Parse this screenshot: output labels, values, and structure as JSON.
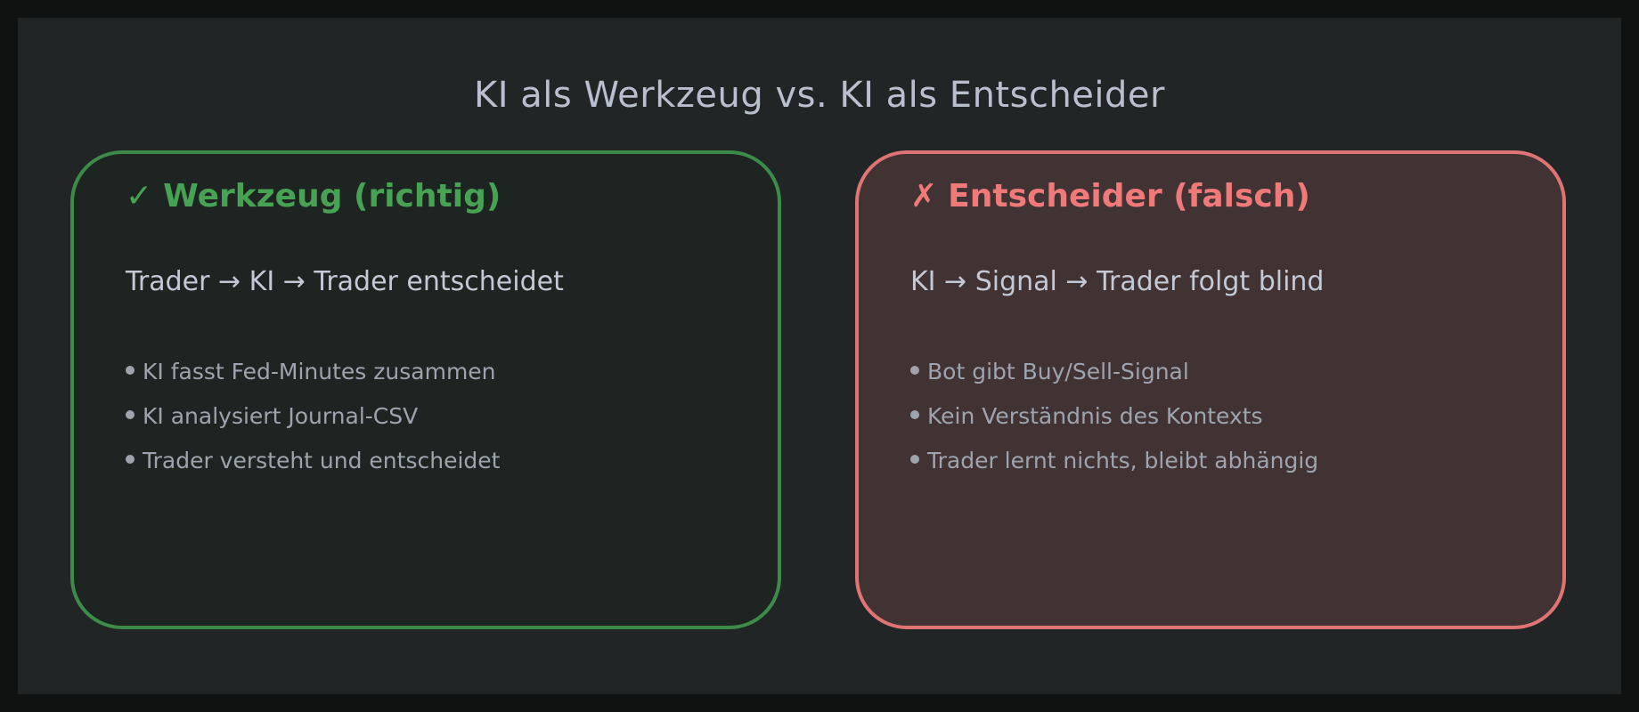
{
  "title": "KI als Werkzeug vs. KI als Entscheider",
  "colors": {
    "outer_background": "#101111",
    "canvas_background": "#212526",
    "good_accent": "#3d8b48",
    "good_heading": "#47a353",
    "good_fill": "#1d2421",
    "bad_accent": "#e07474",
    "bad_heading": "#f07a7a",
    "bad_fill": "#413234",
    "title_text": "#b9bfcc",
    "flow_text": "#c3c9d5",
    "bullet_text": "#9ea4ae"
  },
  "cards": [
    {
      "id": "tool",
      "mark": "✓",
      "mark_icon": "check-icon",
      "heading": "Werkzeug (richtig)",
      "flow": "Trader → KI → Trader entscheidet",
      "bullets": [
        "KI fasst Fed-Minutes zusammen",
        "KI analysiert Journal-CSV",
        "Trader versteht und entscheidet"
      ]
    },
    {
      "id": "decider",
      "mark": "✗",
      "mark_icon": "cross-icon",
      "heading": "Entscheider (falsch)",
      "flow": "KI → Signal → Trader folgt blind",
      "bullets": [
        "Bot gibt Buy/Sell-Signal",
        "Kein Verständnis des Kontexts",
        "Trader lernt nichts, bleibt abhängig"
      ]
    }
  ]
}
